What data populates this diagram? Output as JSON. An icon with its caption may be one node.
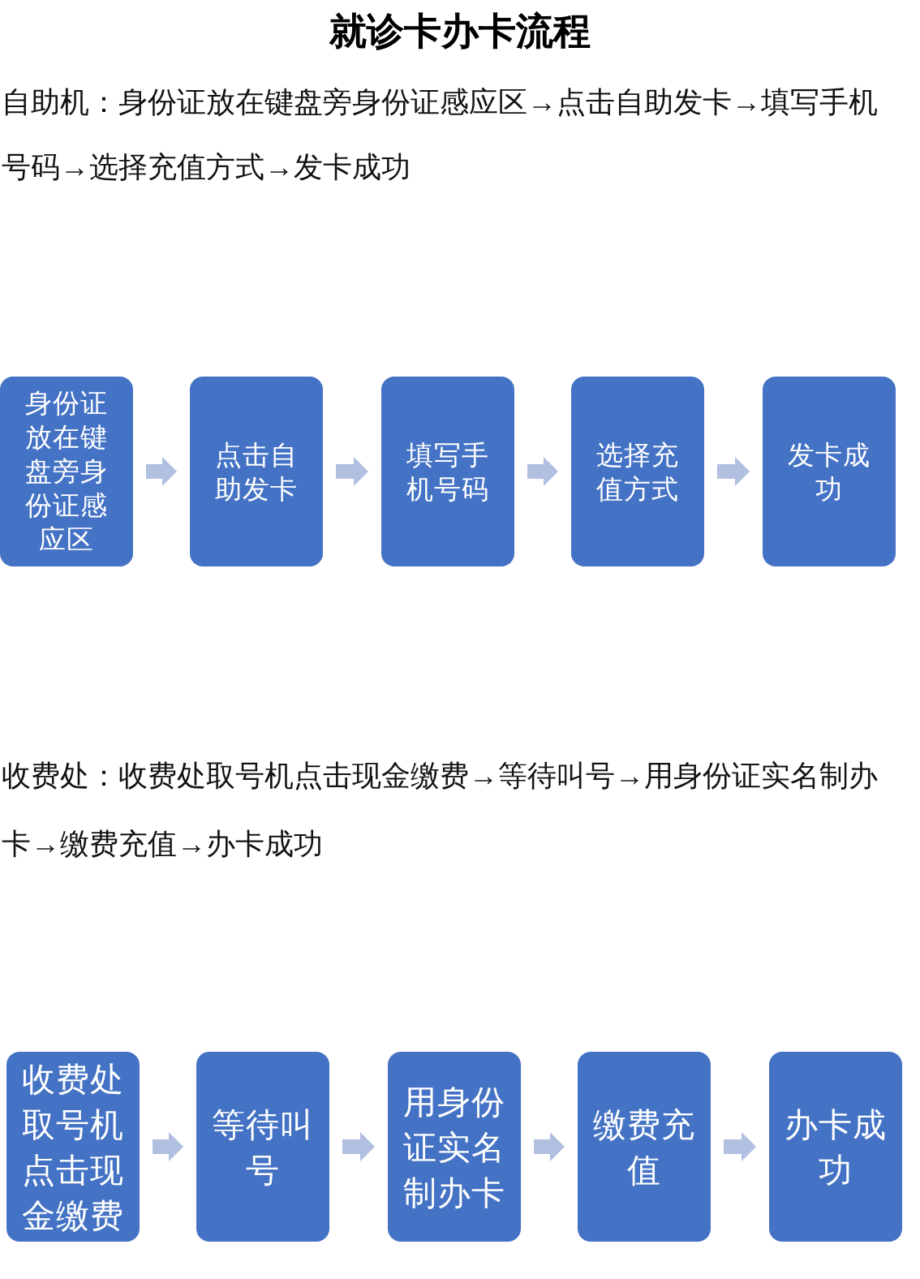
{
  "diagram": {
    "title": "就诊卡办卡流程",
    "nodes": [
      {
        "text": [
          "身份证放在键盘旁身份证感应区"
        ]
      },
      {
        "text": [
          "点击自助发卡"
        ]
      },
      {
        "text": [
          "填写手机号码"
        ]
      },
      {
        "text": [
          "选择充值方式"
        ]
      },
      {
        "text": [
          "发卡成功"
        ]
      },
      {
        "text": [
          "收费处取号机点击现金缴费"
        ]
      },
      {
        "text": [
          "等待叫号"
        ]
      },
      {
        "text": [
          "用身份证实名制办卡"
        ]
      },
      {
        "text": [
          "缴费充值"
        ]
      },
      {
        "text": [
          "办卡成功"
        ]
      }
    ],
    "edges": [
      {
        "from": 0,
        "to": 1,
        "arrow": "to"
      },
      {
        "from": 1,
        "to": 2,
        "arrow": "to"
      },
      {
        "from": 2,
        "to": 3,
        "arrow": "to"
      },
      {
        "from": 3,
        "to": 4,
        "arrow": "to"
      },
      {
        "from": 5,
        "to": 6,
        "arrow": "to"
      },
      {
        "from": 6,
        "to": 7,
        "arrow": "to"
      },
      {
        "from": 7,
        "to": 8,
        "arrow": "to"
      },
      {
        "from": 8,
        "to": 9,
        "arrow": "to"
      }
    ],
    "labels": [
      "自助机：身份证放在键盘旁身份证感应区→点击自助发卡→填写手机号码→选择充值方式→发卡成功",
      "收费处：收费处取号机点击现金缴费→等待叫号→用身份证实名制办卡→缴费充值→办卡成功"
    ]
  }
}
